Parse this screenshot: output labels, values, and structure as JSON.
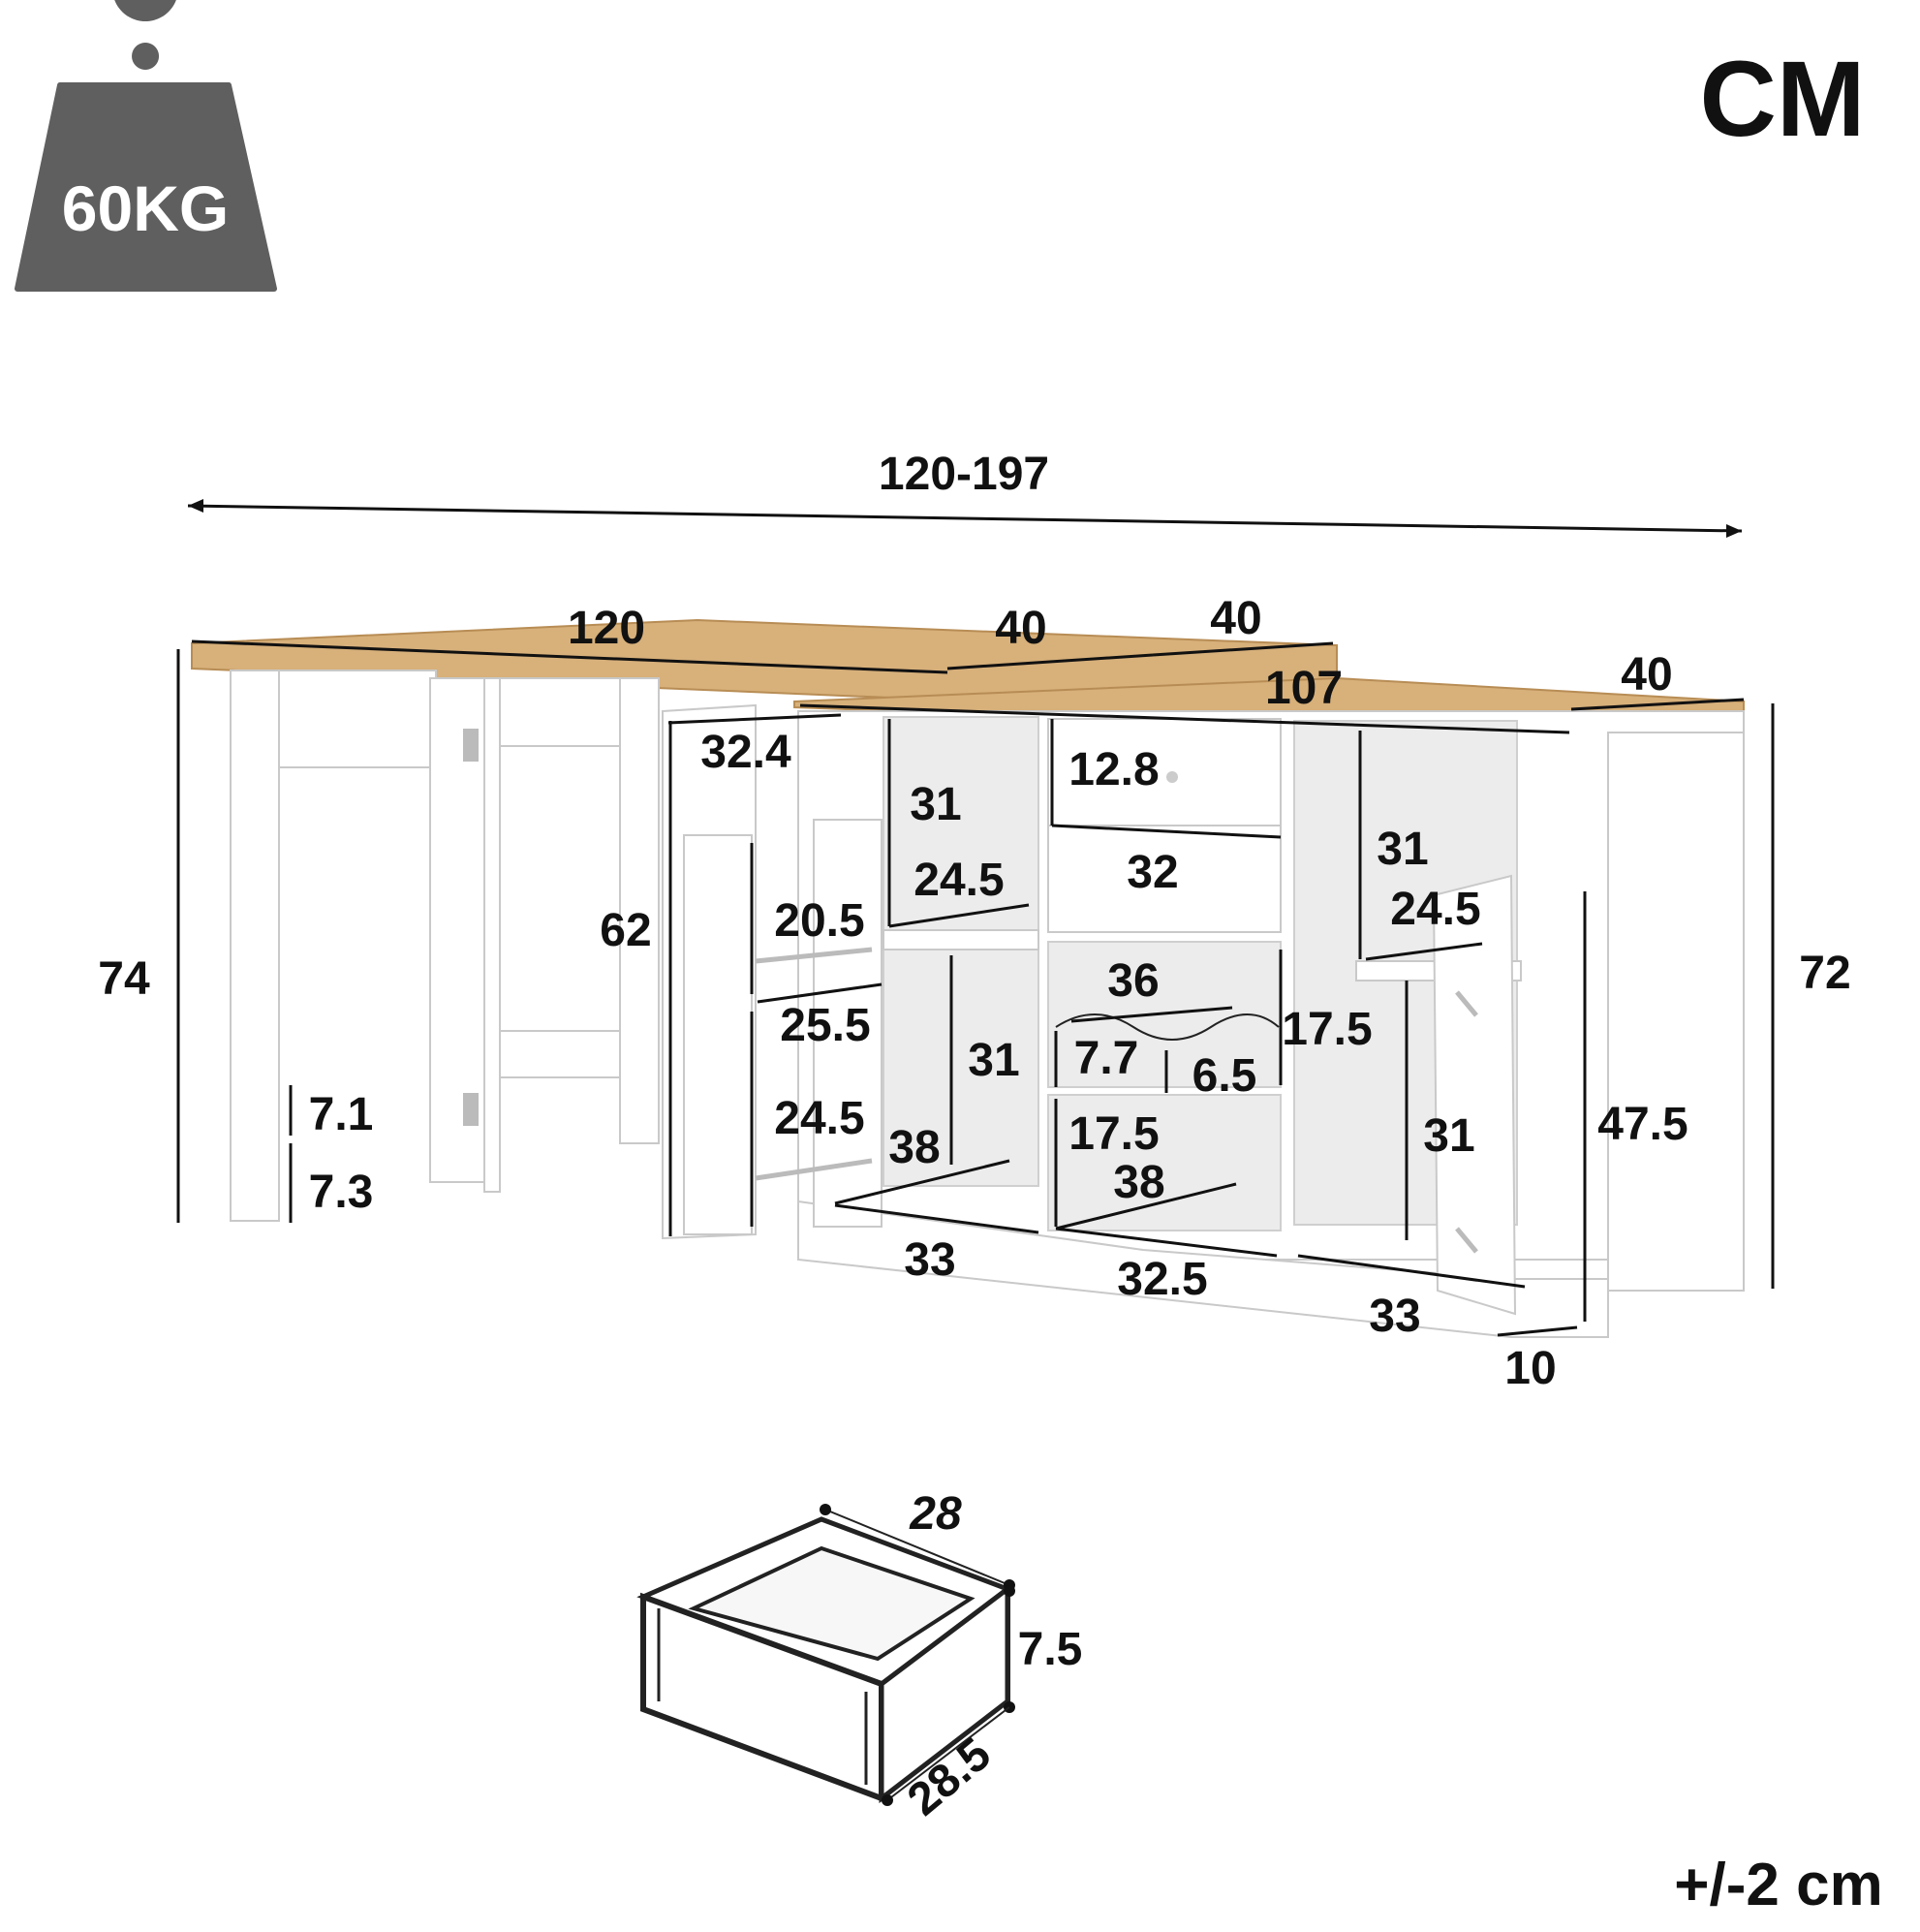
{
  "colors": {
    "weight_badge": "#5f5f5f",
    "wood_top": "#d7b07a",
    "cabinet_white": "#ffffff",
    "ink": "#111111"
  },
  "icons": {
    "weight": "weight-icon"
  },
  "header": {
    "weight_label": "60KG",
    "unit_label": "CM",
    "tolerance_label": "+/-2 cm"
  },
  "dimensions": {
    "overall_width": "120-197",
    "desk_length": "120",
    "top_extension_a": "40",
    "top_extension_b": "40",
    "cabinet_length": "107",
    "cabinet_depth": "40",
    "desk_height": "74",
    "cabinet_height": "72",
    "left_door_height": "62",
    "left_door_width": "32.4",
    "left_door_shelf_upper": "20.5",
    "left_door_shelf_depth": "25.5",
    "left_door_shelf_lower": "24.5",
    "leg_gap_upper": "7.1",
    "leg_gap_lower": "7.3",
    "left_compartment_upper_height": "31",
    "left_compartment_upper_depth": "24.5",
    "left_compartment_lower_height": "31",
    "left_compartment_lower_depth": "38",
    "left_compartment_width": "33",
    "drawer_height": "12.8",
    "drawer_width": "32",
    "wine_rack_width": "36",
    "wine_rack_height": "17.5",
    "wine_rack_slot_a": "7.7",
    "wine_rack_slot_b": "6.5",
    "center_lower_height": "17.5",
    "center_lower_depth": "38",
    "center_width": "32.5",
    "right_compartment_upper_height": "31",
    "right_compartment_upper_depth": "24.5",
    "right_compartment_lower_height": "31",
    "right_compartment_width": "33",
    "right_door_height": "47.5",
    "right_door_depth": "10"
  },
  "drawer": {
    "length": "28",
    "height": "7.5",
    "depth": "28.5"
  }
}
